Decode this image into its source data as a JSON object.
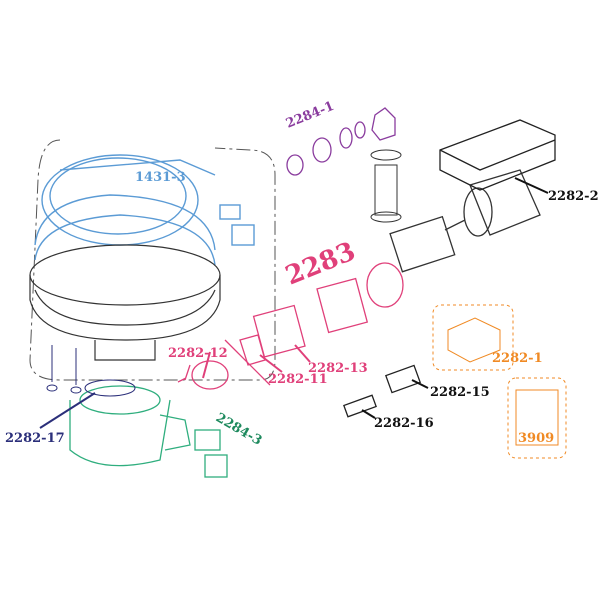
{
  "colors": {
    "blue": "#5b9bd5",
    "purple": "#8a3c9e",
    "pink": "#e0407a",
    "green": "#2fae7e",
    "orange": "#f08a24",
    "navy": "#2b2f7a",
    "black": "#111111"
  },
  "labels": {
    "l2284_1": "2284-1",
    "l1431_3": "1431-3",
    "l2282_2": "2282-2",
    "l2283": "2283",
    "l2282_12": "2282-12",
    "l2282_13": "2282-13",
    "l2282_11": "2282-11",
    "l2282_1": "2282-1",
    "l2282_15": "2282-15",
    "l2282_16": "2282-16",
    "l3909": "3909",
    "l2284_3": "2284-3",
    "l2282_17": "2282-17"
  }
}
